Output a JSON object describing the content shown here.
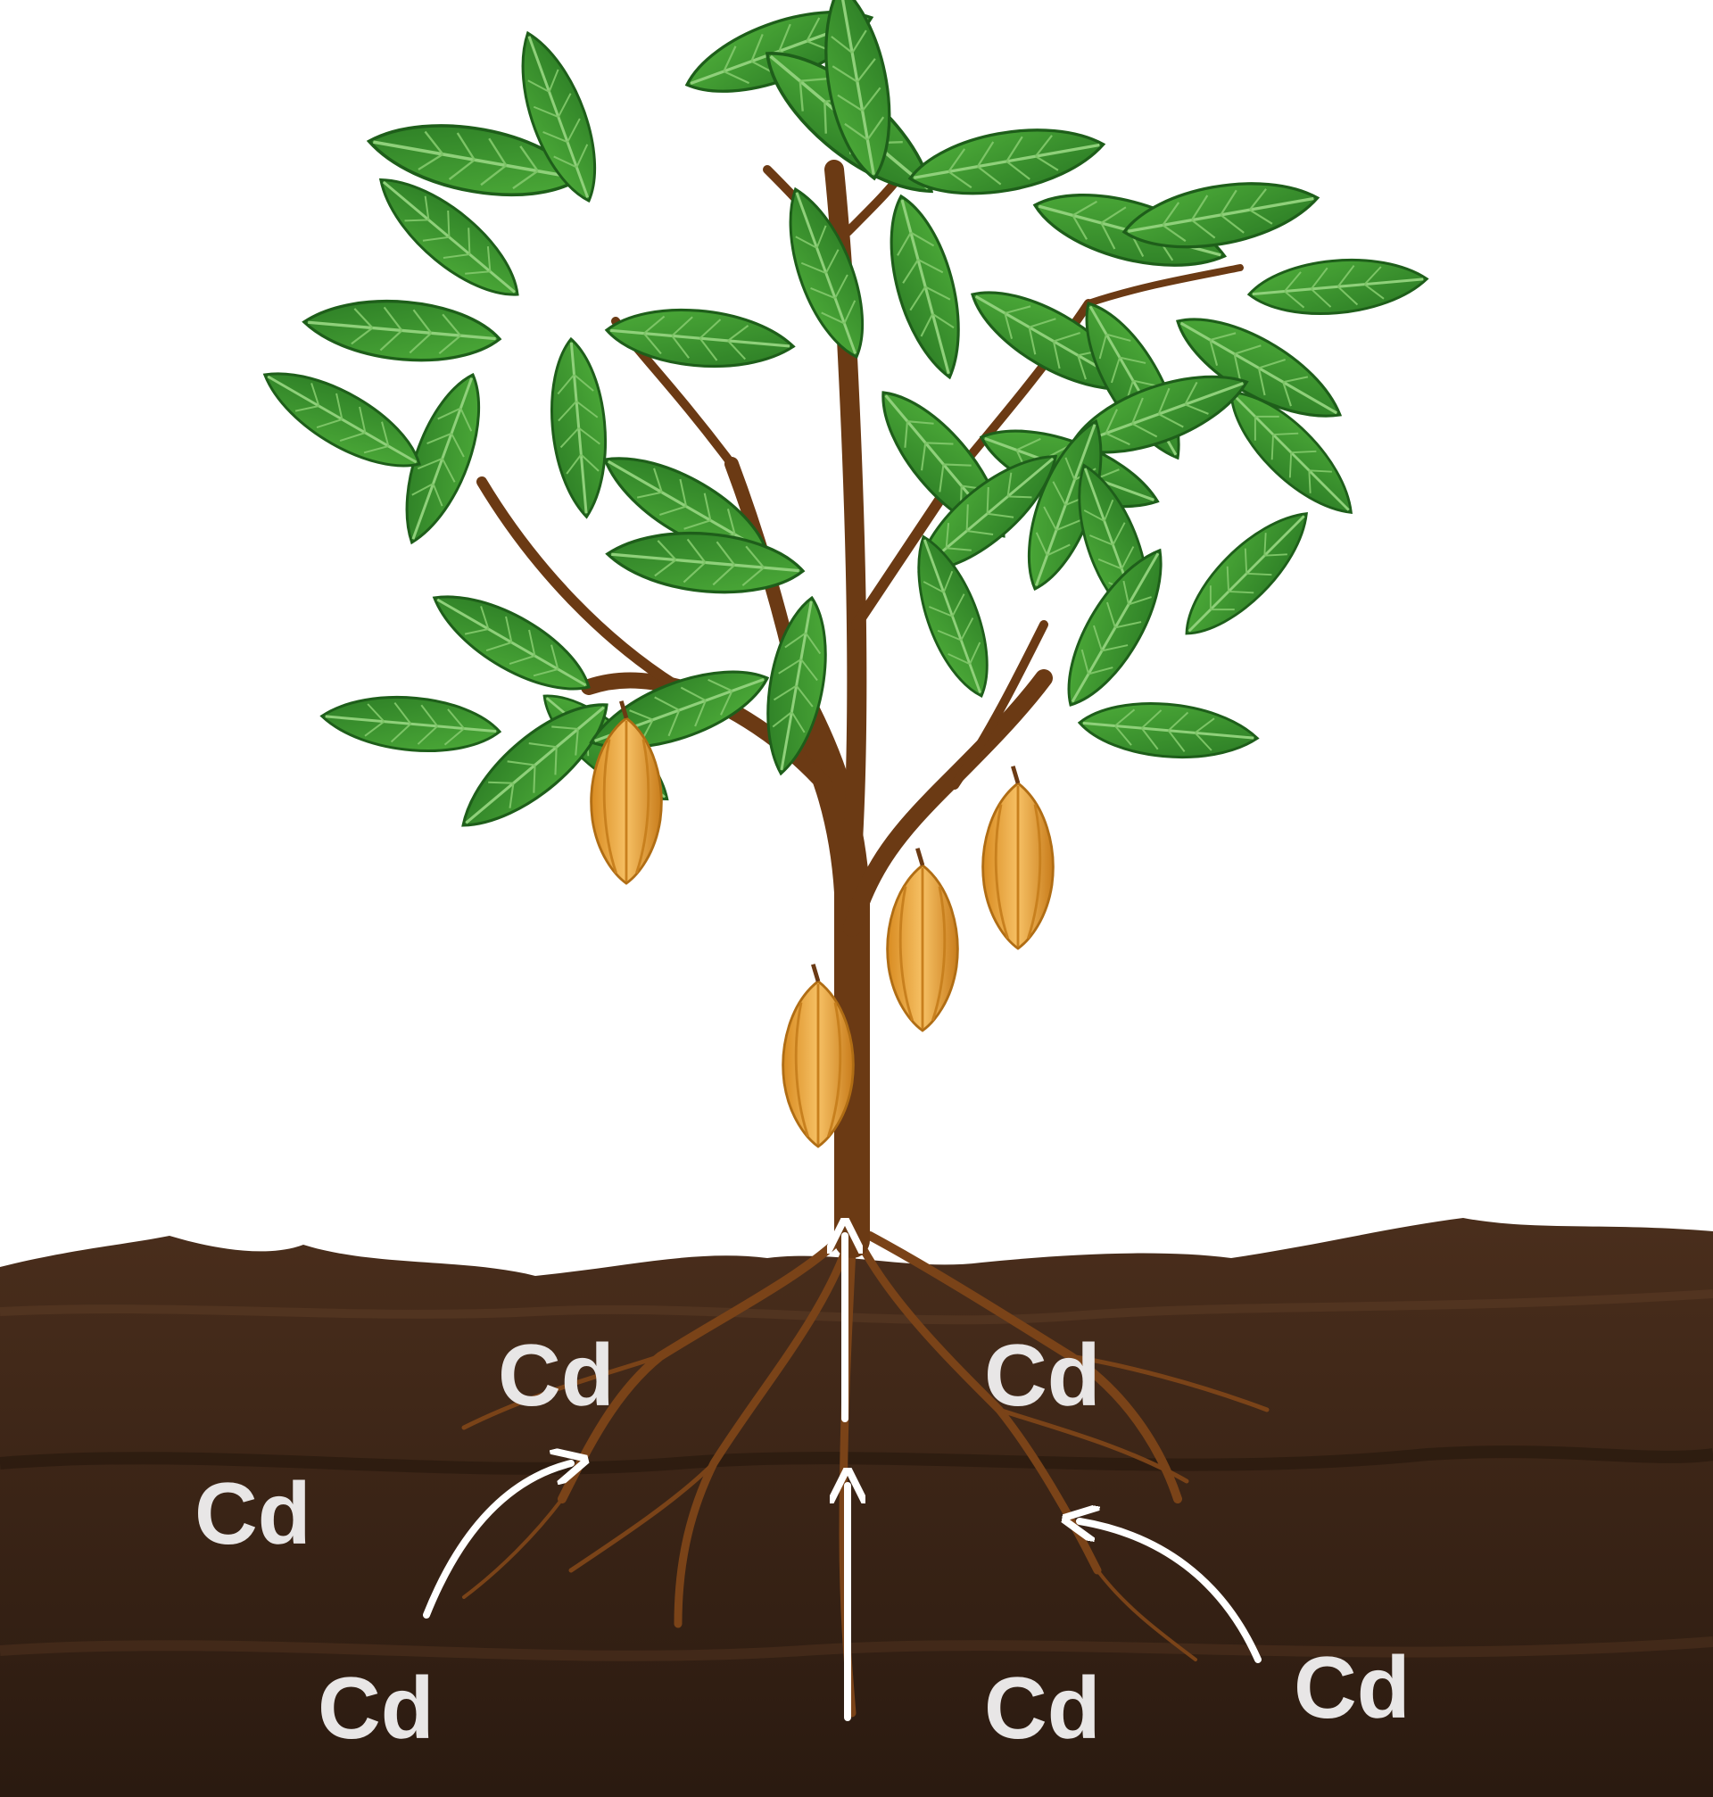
{
  "diagram": {
    "element": "Cd",
    "labels": [
      {
        "id": "cd-upper-left",
        "text": "Cd"
      },
      {
        "id": "cd-upper-right",
        "text": "Cd"
      },
      {
        "id": "cd-mid-left",
        "text": "Cd"
      },
      {
        "id": "cd-bottom-left",
        "text": "Cd"
      },
      {
        "id": "cd-bottom-center",
        "text": "Cd"
      },
      {
        "id": "cd-bottom-right",
        "text": "Cd"
      }
    ],
    "colors": {
      "leaf": "#3f9a2f",
      "leaf_dark": "#1e5e1a",
      "trunk": "#6b3a14",
      "pod": "#e9a43a",
      "soil": "#3a2416",
      "arrow": "#ffffff",
      "label": "#e8e6e6"
    }
  }
}
